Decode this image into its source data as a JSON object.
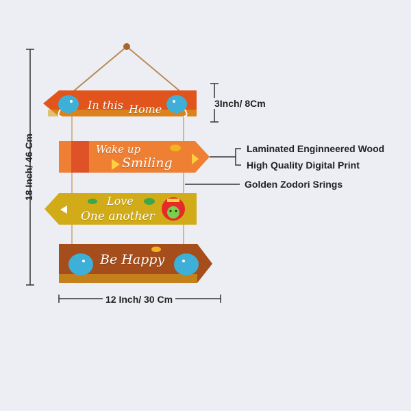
{
  "colors": {
    "sign1": "#e1541b",
    "sign2": "#ee7f33",
    "sign3": "#d2ac18",
    "sign4": "#a64e1b",
    "string": "#b88a55",
    "dimension_line": "#333333"
  },
  "signs": [
    {
      "line1": "In this",
      "line2": "Home"
    },
    {
      "line1": "Wake up",
      "line2": "Smiling"
    },
    {
      "line1": "Love",
      "line2": "One another"
    },
    {
      "line1": "Be Happy"
    }
  ],
  "dimensions": {
    "height": "18 Inch/ 46 Cm",
    "width": "12 Inch/ 30 Cm",
    "sign_height": "3Inch/ 8Cm"
  },
  "features": {
    "material": "Laminated Enginneered Wood",
    "print": "High Quality Digital Print",
    "strings": "Golden Zodori Srings"
  },
  "icons": [
    "elephant-icon",
    "kathakali-face-icon",
    "leaf-icon",
    "triangle-motif-icon"
  ]
}
